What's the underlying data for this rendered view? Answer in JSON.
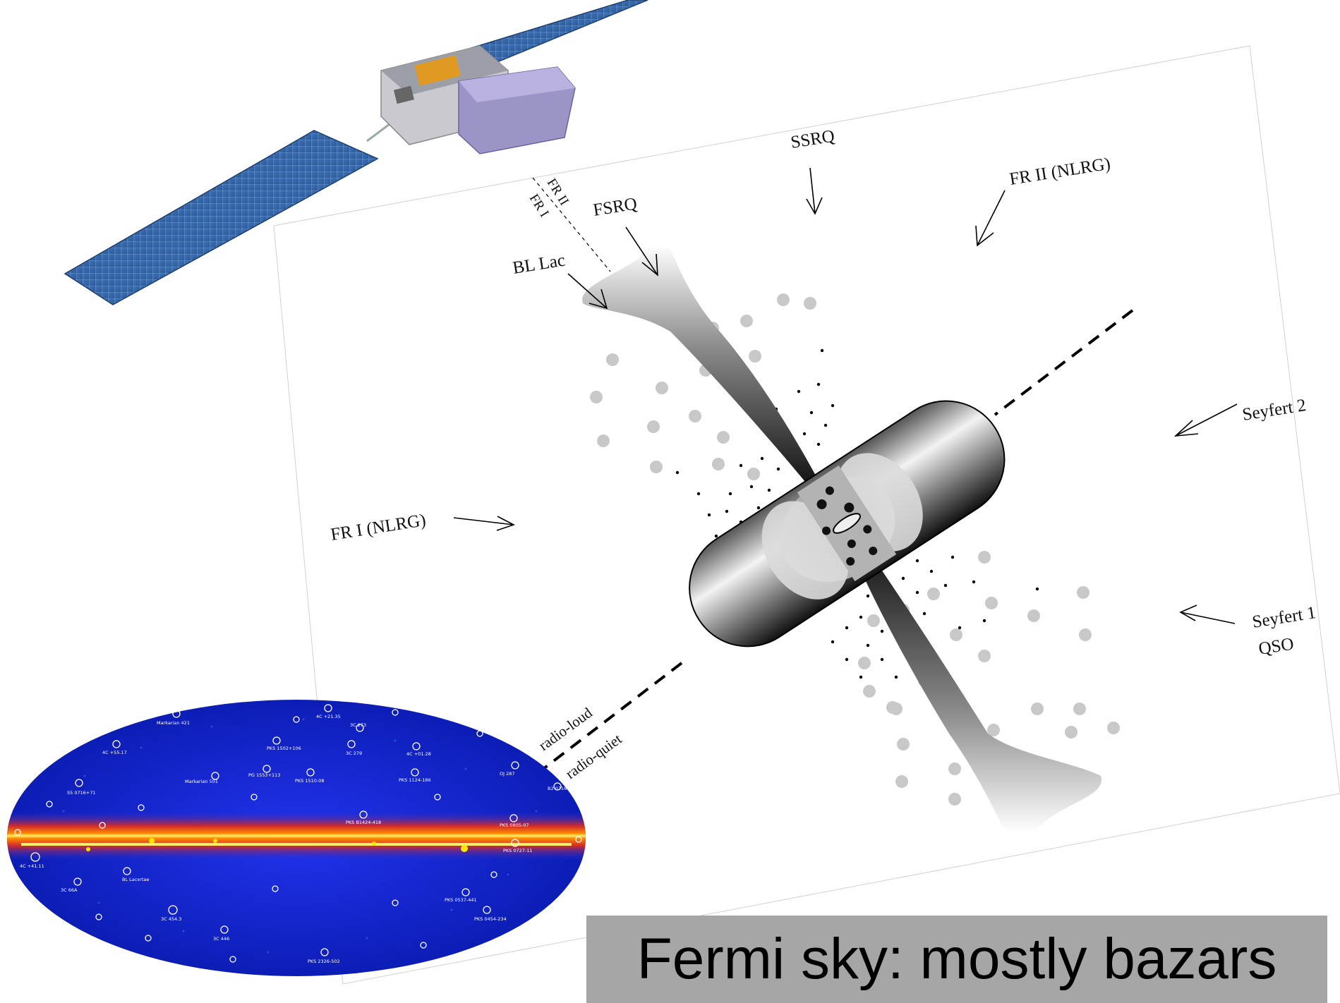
{
  "diagram": {
    "labels": {
      "ssrq": "SSRQ",
      "fr2_nlrg": "FR II (NLRG)",
      "fsrq": "FSRQ",
      "fr2": "FR II",
      "fr1": "FR I",
      "bl_lac": "BL Lac",
      "fr1_nlrg": "FR I (NLRG)",
      "seyfert2": "Seyfert 2",
      "seyfert1": "Seyfert 1",
      "qso": "QSO",
      "radio_loud": "radio-loud",
      "radio_quiet": "radio-quiet"
    }
  },
  "skymap": {
    "sources": [
      "Markarian 421",
      "4C +21.35",
      "3C 273",
      "4C +55.17",
      "PKS 1502+106",
      "3C 279",
      "4C +01.28",
      "S5 0716+71",
      "Markarian 501",
      "PG 1553+113",
      "PKS 1510-08",
      "PKS 1124-186",
      "OJ 287",
      "B2 0716",
      "PKS B1424-418",
      "PKS 0805-07",
      "4C +41.11",
      "PKS 0727-11",
      "BL Lacertae",
      "3C 66A",
      "PKS 0537-441",
      "3C 454.3",
      "PKS 0454-234",
      "3C 446",
      "PKS 2326-502"
    ],
    "colors": {
      "background": "#1a2fd9",
      "galactic_plane": "#ff7a00",
      "plane_core": "#fff06a"
    }
  },
  "caption": {
    "text": "Fermi sky: mostly bazars"
  }
}
